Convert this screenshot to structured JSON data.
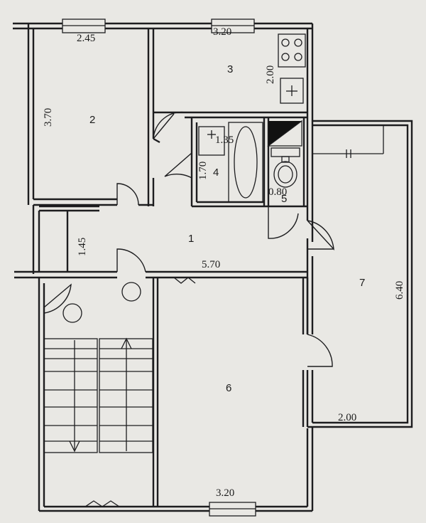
{
  "plan": {
    "rooms": [
      {
        "id": "1",
        "label": "1"
      },
      {
        "id": "2",
        "label": "2"
      },
      {
        "id": "3",
        "label": "3"
      },
      {
        "id": "4",
        "label": "4"
      },
      {
        "id": "5",
        "label": "5"
      },
      {
        "id": "6",
        "label": "6"
      },
      {
        "id": "7",
        "label": "7"
      }
    ],
    "dimensions": {
      "room2_width": "2.45",
      "room2_height": "3.70",
      "room3_width": "3.20",
      "room3_depth": "2.00",
      "bath_width": "1.35",
      "bath_height": "1.70",
      "wc_width": "0.80",
      "closet_height": "1.45",
      "hall_width": "5.70",
      "balcony_length": "6.40",
      "balcony_width": "2.00",
      "room6_width": "3.20"
    }
  }
}
